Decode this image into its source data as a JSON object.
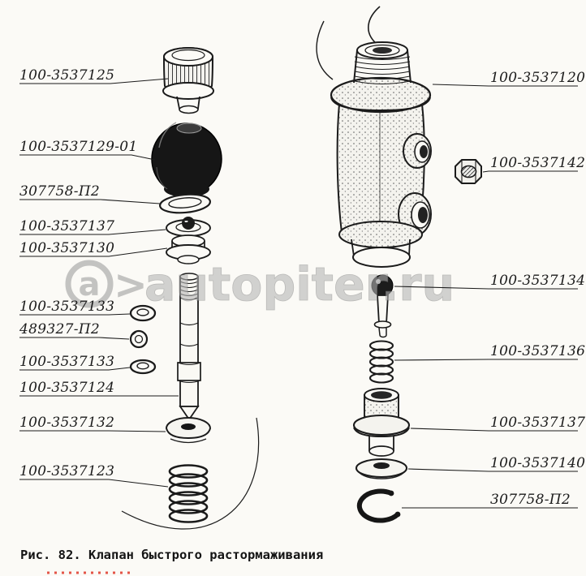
{
  "page": {
    "caption": "Рис. 82. Клапан быстрого растормаживания",
    "watermark": {
      "logo_letter": "a",
      "arrow": ">",
      "text": "autopiter.ru"
    }
  },
  "colors": {
    "ink": "#1b1b1b",
    "paper": "#fbfaf6",
    "watermark_gray": "#b4b4b4",
    "accent_red": "#e0392a"
  },
  "labels": {
    "left": [
      "100-3537125",
      "100-3537129-01",
      "307758-П2",
      "100-3537137",
      "100-3537130",
      "100-3537133",
      "489327-П2",
      "100-3537133",
      "100-3537124",
      "100-3537132",
      "100-3537123"
    ],
    "right": [
      "100-3537120",
      "100-3537142",
      "100-3537134",
      "100-3537136",
      "100-3537137",
      "100-3537140",
      "307758-П2"
    ]
  }
}
